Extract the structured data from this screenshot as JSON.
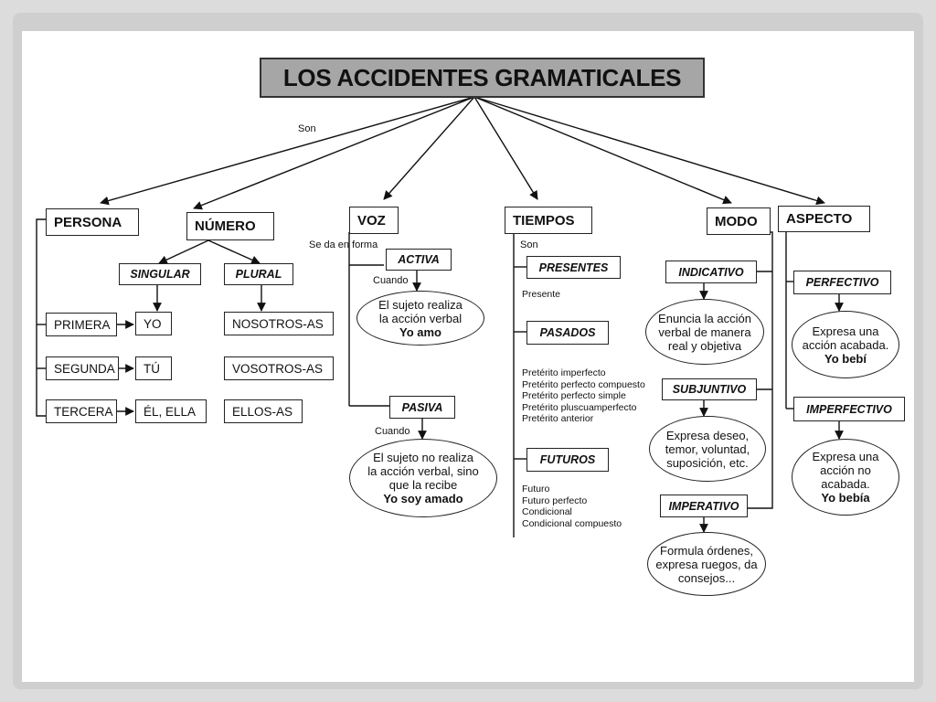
{
  "title": "LOS ACCIDENTES GRAMATICALES",
  "labels": {
    "son_main": "Son",
    "se_da_en_forma": "Se da en forma",
    "cuando_activa": "Cuando",
    "cuando_pasiva": "Cuando",
    "son_tiempos": "Son"
  },
  "persona": {
    "heading": "PERSONA",
    "items": [
      "PRIMERA",
      "SEGUNDA",
      "TERCERA"
    ]
  },
  "numero": {
    "heading": "NÚMERO",
    "singular": "SINGULAR",
    "plural": "PLURAL",
    "singular_items": [
      "YO",
      "TÚ",
      "ÉL, ELLA"
    ],
    "plural_items": [
      "NOSOTROS-AS",
      "VOSOTROS-AS",
      "ELLOS-AS"
    ]
  },
  "voz": {
    "heading": "VOZ",
    "activa": "ACTIVA",
    "activa_desc": [
      "El sujeto realiza",
      "la acción verbal"
    ],
    "activa_example": "Yo amo",
    "pasiva": "PASIVA",
    "pasiva_desc": [
      "El sujeto no realiza",
      "la acción verbal, sino",
      "que la recibe"
    ],
    "pasiva_example": "Yo soy amado"
  },
  "tiempos": {
    "heading": "TIEMPOS",
    "presentes": "PRESENTES",
    "presentes_items": [
      "Presente"
    ],
    "pasados": "PASADOS",
    "pasados_items": [
      "Pretérito imperfecto",
      "Pretérito perfecto compuesto",
      "Pretérito perfecto simple",
      "Pretérito pluscuamperfecto",
      "Pretérito anterior"
    ],
    "futuros": "FUTUROS",
    "futuros_items": [
      "Futuro",
      "Futuro perfecto",
      "Condicional",
      "Condicional compuesto"
    ]
  },
  "modo": {
    "heading": "MODO",
    "indicativo": "INDICATIVO",
    "indicativo_desc": [
      "Enuncia la acción",
      "verbal de manera",
      "real y objetiva"
    ],
    "subjuntivo": "SUBJUNTIVO",
    "subjuntivo_desc": [
      "Expresa deseo,",
      "temor, voluntad,",
      "suposición, etc."
    ],
    "imperativo": "IMPERATIVO",
    "imperativo_desc": [
      "Formula órdenes,",
      "expresa ruegos, da",
      "consejos..."
    ]
  },
  "aspecto": {
    "heading": "ASPECTO",
    "perfectivo": "PERFECTIVO",
    "perfectivo_desc": [
      "Expresa una",
      "acción acabada."
    ],
    "perfectivo_example": "Yo bebí",
    "imperfectivo": "IMPERFECTIVO",
    "imperfectivo_desc": [
      "Expresa una",
      "acción no",
      "acabada."
    ],
    "imperfectivo_example": "Yo bebía"
  }
}
